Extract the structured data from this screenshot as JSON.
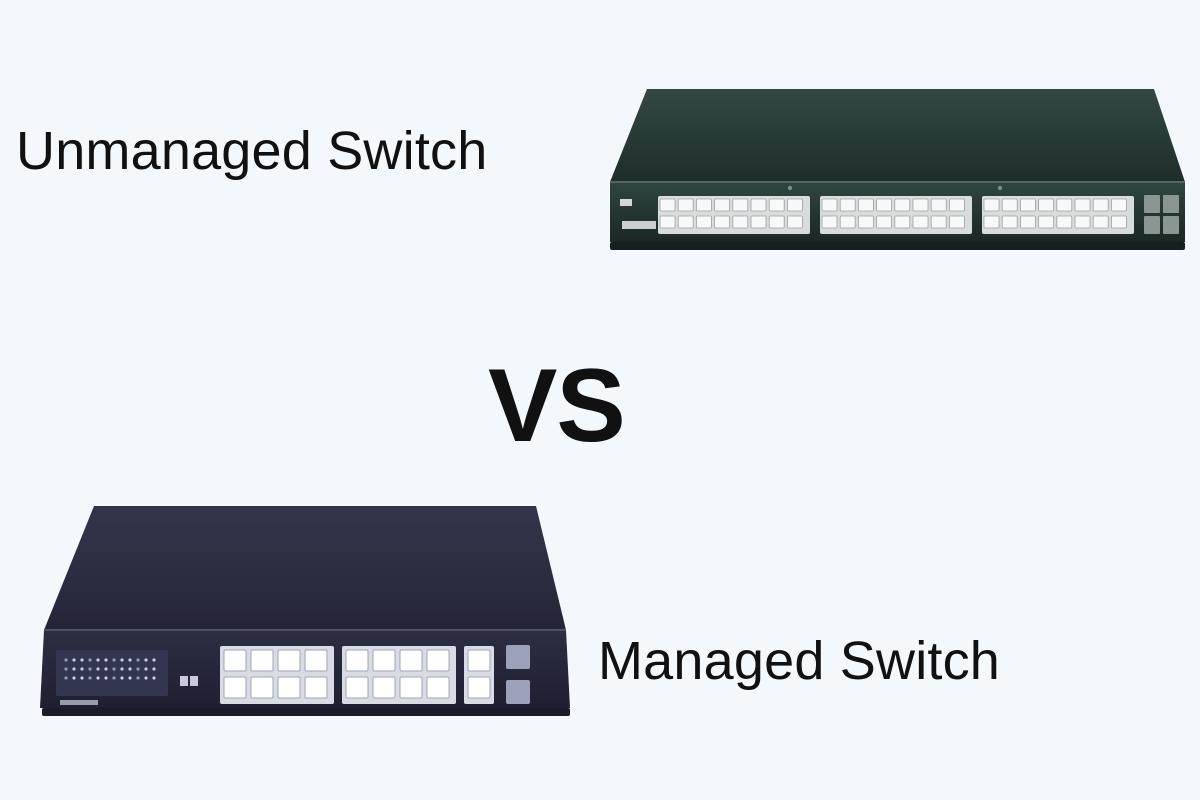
{
  "labels": {
    "top": "Unmanaged Switch",
    "middle": "VS",
    "bottom": "Managed Switch"
  },
  "colors": {
    "background": "#f3f8fc",
    "text": "#111111",
    "unmanaged_body": "#20312d",
    "managed_body": "#2a2c41"
  },
  "devices": {
    "unmanaged": {
      "port_groups": 3,
      "ports_per_group": 16,
      "rows": 2,
      "sfp_ports": 4
    },
    "managed": {
      "port_groups": 2,
      "ports_per_group": 8,
      "rows": 2,
      "extra_copper_ports": 2,
      "sfp_ports": 2
    }
  }
}
